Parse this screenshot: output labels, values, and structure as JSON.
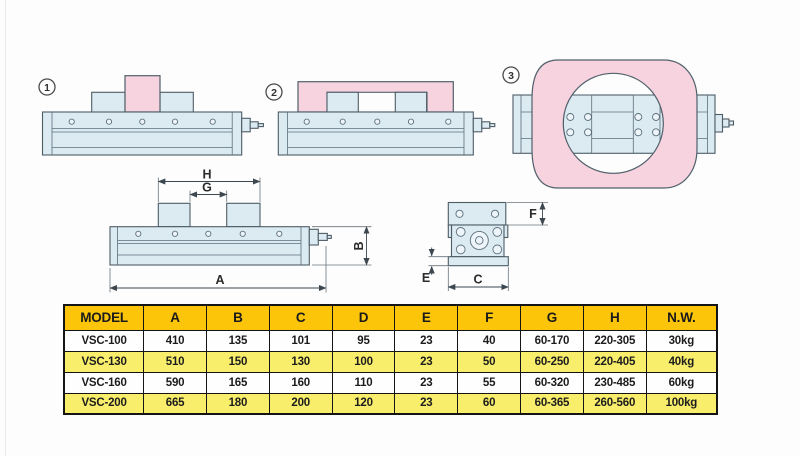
{
  "views": {
    "view1": {
      "number": "1"
    },
    "view2": {
      "number": "2"
    },
    "view3": {
      "number": "3"
    }
  },
  "dimensions": {
    "A": "A",
    "B": "B",
    "C": "C",
    "E": "E",
    "F": "F",
    "G": "G",
    "H": "H"
  },
  "colors": {
    "body_fill": "#dceaf2",
    "workpiece_fill": "#f7d3e0",
    "outline": "#4d5d66",
    "table_header_bg": "#fcc50a",
    "table_alt_row_bg": "#f8ee6b",
    "table_border": "#141414"
  },
  "table": {
    "headers": [
      "MODEL",
      "A",
      "B",
      "C",
      "D",
      "E",
      "F",
      "G",
      "H",
      "N.W."
    ],
    "rows": [
      [
        "VSC-100",
        "410",
        "135",
        "101",
        "95",
        "23",
        "40",
        "60-170",
        "220-305",
        "30kg"
      ],
      [
        "VSC-130",
        "510",
        "150",
        "130",
        "100",
        "23",
        "50",
        "60-250",
        "220-405",
        "40kg"
      ],
      [
        "VSC-160",
        "590",
        "165",
        "160",
        "110",
        "23",
        "55",
        "60-320",
        "230-485",
        "60kg"
      ],
      [
        "VSC-200",
        "665",
        "180",
        "200",
        "120",
        "23",
        "60",
        "60-365",
        "260-560",
        "100kg"
      ]
    ]
  }
}
